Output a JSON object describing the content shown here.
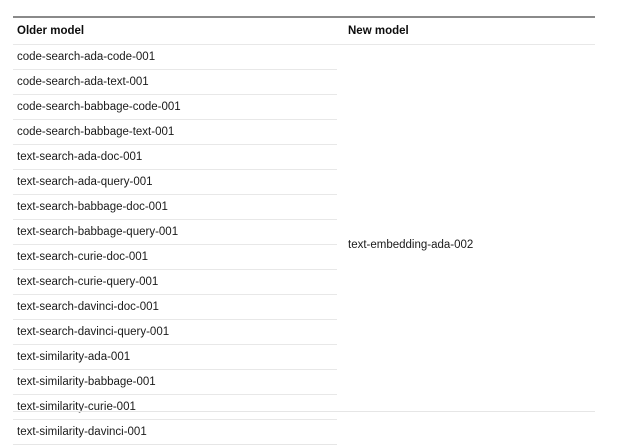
{
  "document": {
    "type": "comparison-table",
    "background_color": "#ffffff"
  },
  "table": {
    "columns": [
      {
        "key": "older_model",
        "header": "Older model"
      },
      {
        "key": "new_model",
        "header": "New model"
      }
    ],
    "older_models": [
      "code-search-ada-code-001",
      "code-search-ada-text-001",
      "code-search-babbage-code-001",
      "code-search-babbage-text-001",
      "text-search-ada-doc-001",
      "text-search-ada-query-001",
      "text-search-babbage-doc-001",
      "text-search-babbage-query-001",
      "text-search-curie-doc-001",
      "text-search-curie-query-001",
      "text-search-davinci-doc-001",
      "text-search-davinci-query-001",
      "text-similarity-ada-001",
      "text-similarity-babbage-001",
      "text-similarity-curie-001",
      "text-similarity-davinci-001"
    ],
    "new_model": "text-embedding-ada-002",
    "row_count": 16,
    "colors": {
      "top_rule": "#8a8a8a",
      "row_rule": "#e8e8e8",
      "bottom_rule": "#e6e6e6",
      "header_text": "#0d0d0d",
      "body_text": "#1a1a1a"
    }
  }
}
